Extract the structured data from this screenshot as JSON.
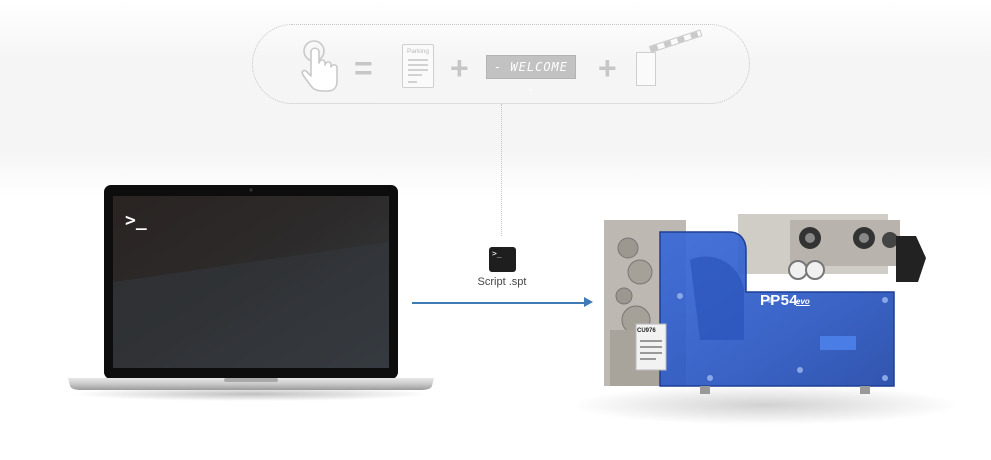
{
  "flow": {
    "equals": "=",
    "plus": "+",
    "ticket_label": "Parking",
    "display_text": "- WELCOME -",
    "touch_icon": "hand-touch-icon",
    "ticket_icon": "parking-ticket-icon",
    "gate_icon": "barrier-gate-icon"
  },
  "laptop": {
    "prompt": ">_"
  },
  "script": {
    "icon_text": ">_",
    "label": "Script .spt"
  },
  "printer": {
    "model": "PP54",
    "model_suffix": "evo",
    "sticker_code": "CU976"
  },
  "colors": {
    "accent": "#3f7bb7",
    "printer_body": "#2f5fc9",
    "guide": "#c4c4c4"
  }
}
